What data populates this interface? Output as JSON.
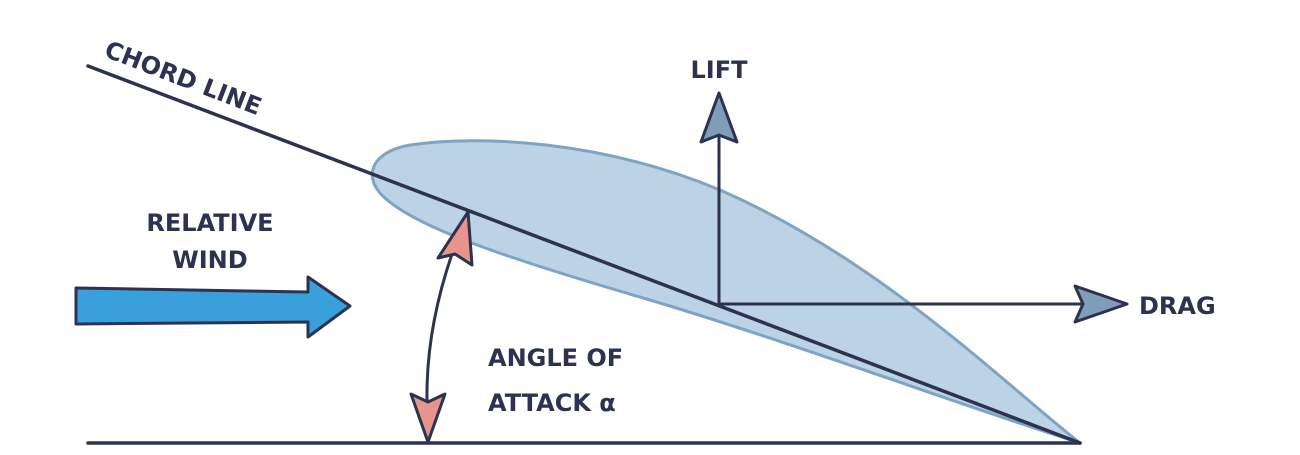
{
  "labels": {
    "chord_line": "CHORD LINE",
    "relative_wind_line1": "RELATIVE",
    "relative_wind_line2": "WIND",
    "lift": "LIFT",
    "drag": "DRAG",
    "angle_line1": "ANGLE OF",
    "angle_line2": "ATTACK α"
  },
  "colors": {
    "ink": "#2d3250",
    "airfoil_fill": "#bcd3e5",
    "airfoil_stroke": "#7fa3c3",
    "wind_arrow": "#3aa0dc",
    "vector_arrowhead": "#7f9cb8",
    "angle_arrowhead": "#e8938b"
  }
}
